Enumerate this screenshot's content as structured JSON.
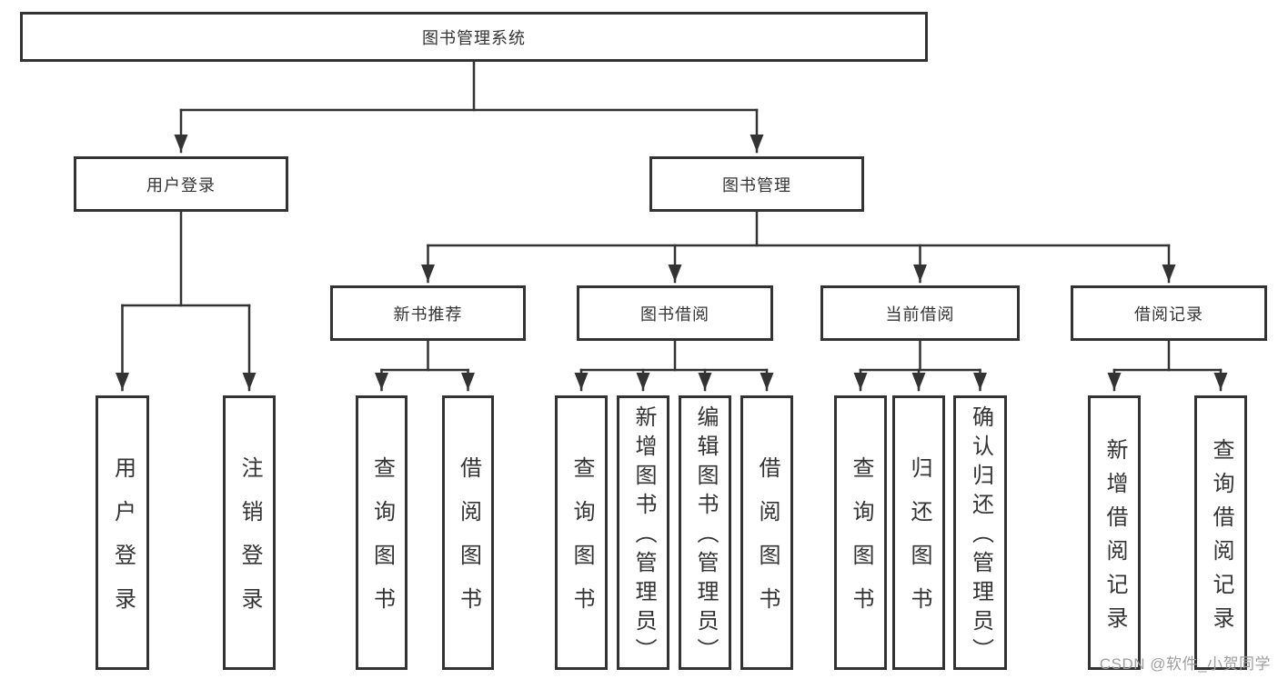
{
  "diagram": {
    "root": "图书管理系统",
    "level2": {
      "user_login": "用户登录",
      "book_mgmt": "图书管理"
    },
    "level3": {
      "new_books": "新书推荐",
      "book_borrow": "图书借阅",
      "current_borrow": "当前借阅",
      "borrow_records": "借阅记录"
    },
    "leaves": {
      "user_login": [
        "用户登录",
        "注销登录"
      ],
      "new_books": [
        "查询图书",
        "借阅图书"
      ],
      "book_borrow": [
        "查询图书",
        "新增图书（管理员）",
        "编辑图书（管理员）",
        "借阅图书"
      ],
      "current_borrow": [
        "查询图书",
        "归还图书",
        "确认归还（管理员）"
      ],
      "borrow_records": [
        "新增借阅记录",
        "查询借阅记录"
      ]
    },
    "watermark": "CSDN @软件_小贺同学",
    "colors": {
      "line": "#333333",
      "text": "#333333",
      "watermark": "#9e9e9e",
      "background": "#ffffff"
    }
  }
}
